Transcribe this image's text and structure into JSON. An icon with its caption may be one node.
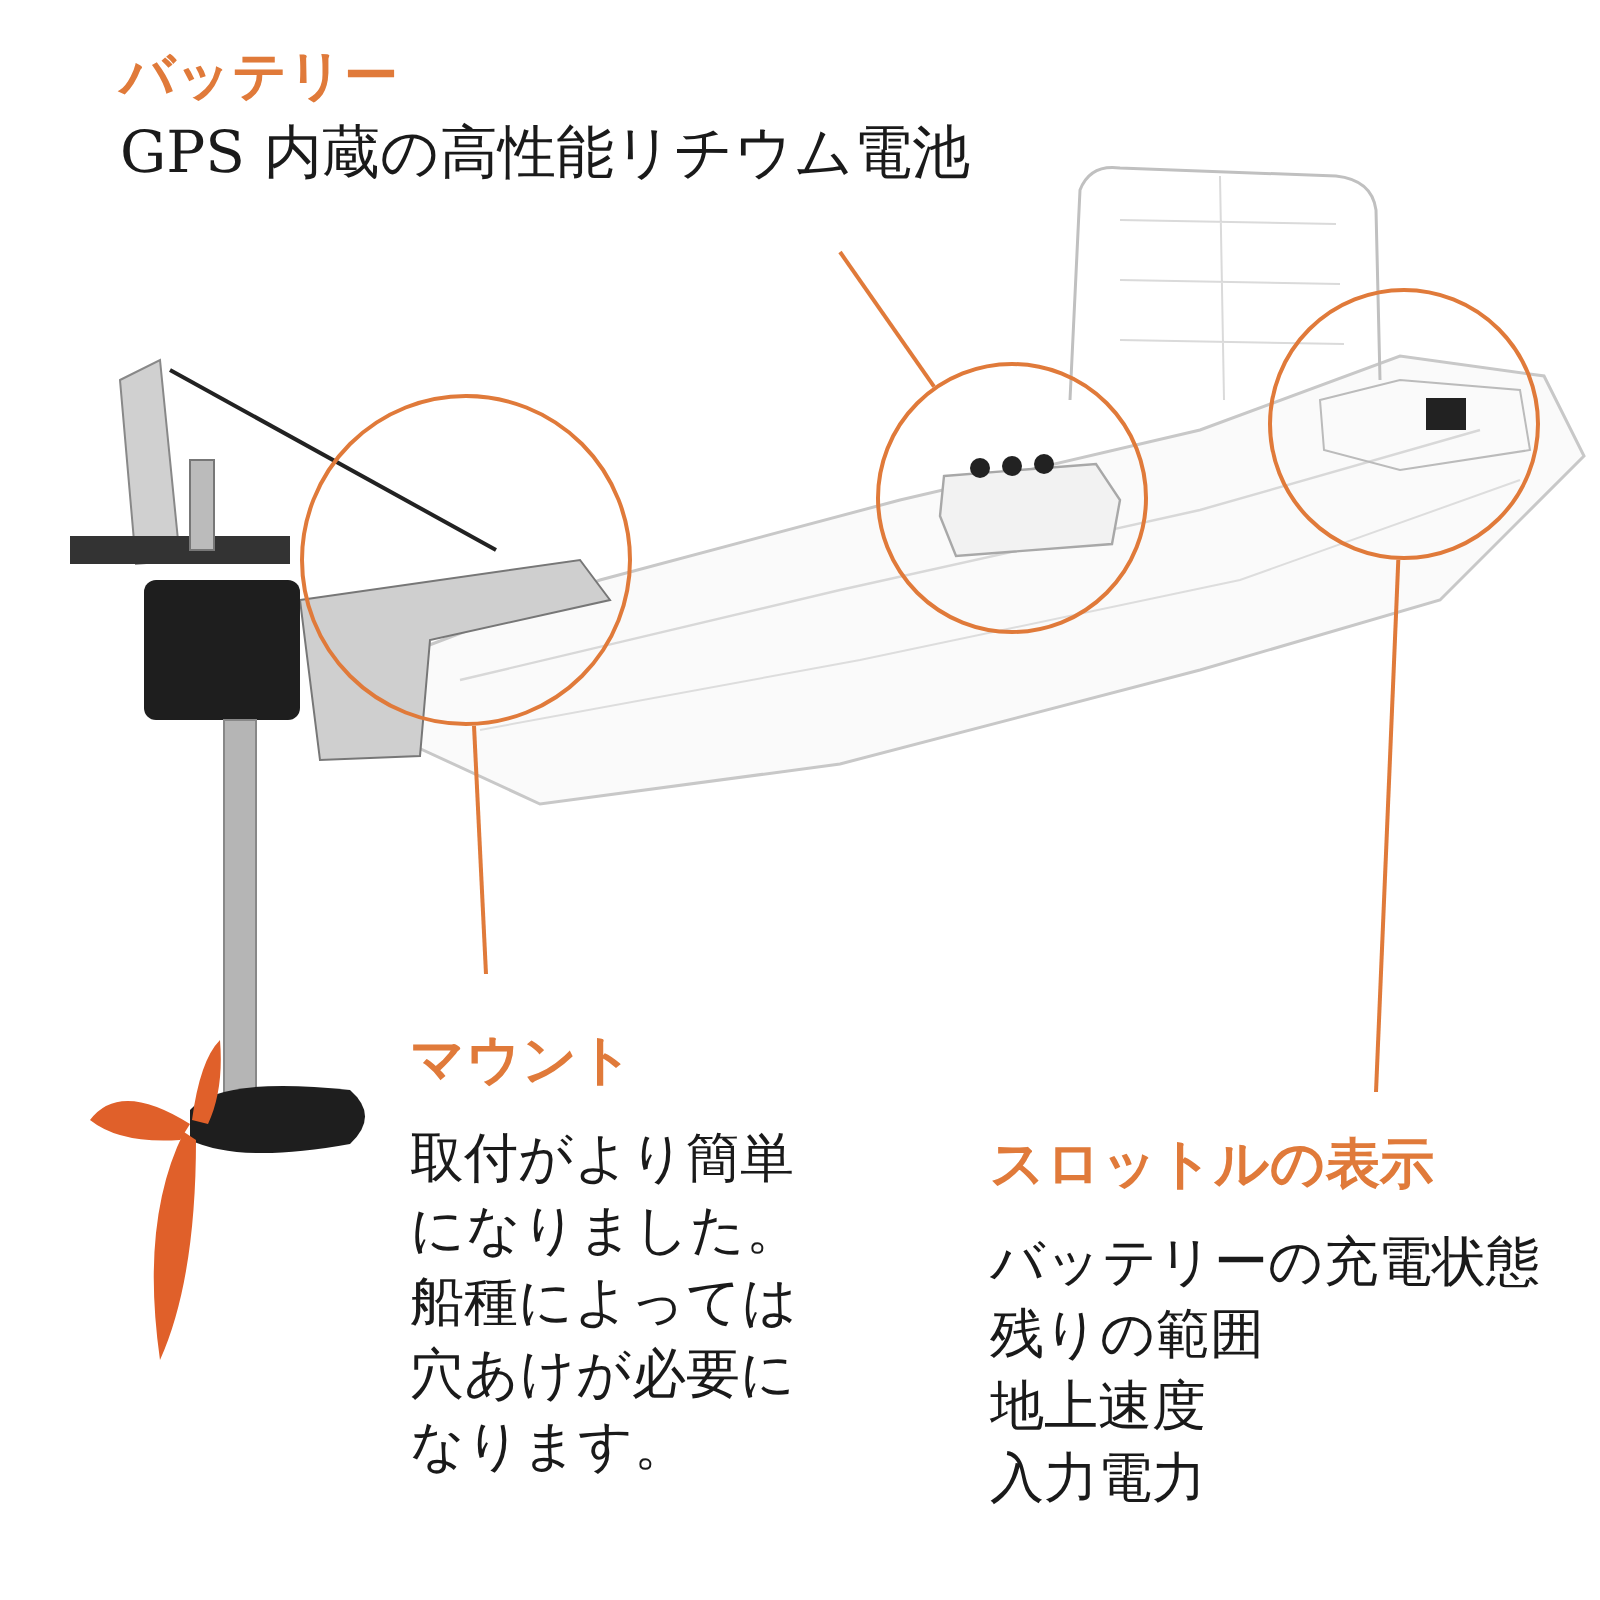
{
  "diagram": {
    "nodes": [
      {
        "text": [
          "バッテリー",
          "GPS 内蔵の高性能リチウム電池"
        ]
      },
      {
        "text": [],
        "shape": "circle"
      },
      {
        "text": [],
        "shape": "circle"
      },
      {
        "text": [],
        "shape": "circle"
      },
      {
        "text": [
          "マウント",
          "取付がより簡単になりました。船種によっては穴あけが必要になります。"
        ]
      },
      {
        "text": [
          "スロットルの表示",
          "バッテリーの充電状態",
          "残りの範囲",
          "地上速度",
          "入力電力"
        ]
      }
    ],
    "edges": [
      {
        "from": 0,
        "to": 2,
        "arrow": "none"
      },
      {
        "from": 4,
        "to": 1,
        "arrow": "none"
      },
      {
        "from": 5,
        "to": 3,
        "arrow": "none"
      }
    ]
  }
}
